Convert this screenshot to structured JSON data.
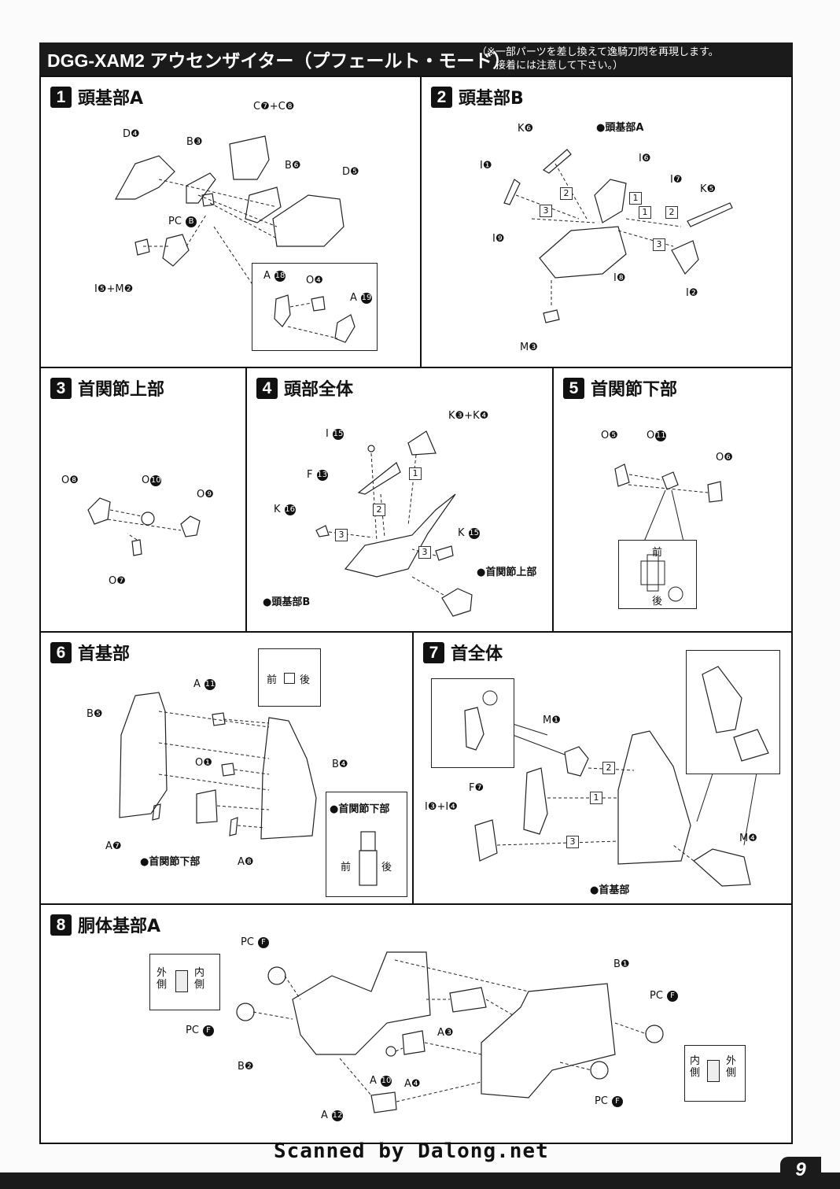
{
  "header": {
    "title": "DGG-XAM2 アウセンザイター（プフェールト・モード）",
    "note_line1": "（※一部パーツを差し換えて逸騎刀閃を再現します。",
    "note_line2": "接着には注意して下さい。）"
  },
  "steps": [
    {
      "num": "1",
      "title": "頭基部A"
    },
    {
      "num": "2",
      "title": "頭基部B"
    },
    {
      "num": "3",
      "title": "首関節上部"
    },
    {
      "num": "4",
      "title": "頭部全体"
    },
    {
      "num": "5",
      "title": "首関節下部"
    },
    {
      "num": "6",
      "title": "首基部"
    },
    {
      "num": "7",
      "title": "首全体"
    },
    {
      "num": "8",
      "title": "胴体基部A"
    }
  ],
  "step1": {
    "labels": {
      "c7c8": "C❼+C❽",
      "d4": "D❹",
      "b3": "B❸",
      "b6": "B❻",
      "d5": "D❺",
      "pcb": "PC",
      "pcb_c": "B",
      "i5m2": "I❺+M❷",
      "a18": "A",
      "a18_c": "18",
      "o4": "O❹",
      "a19": "A",
      "a19_c": "19"
    }
  },
  "step2": {
    "labels": {
      "k6": "K❻",
      "ref": "頭基部A",
      "i1": "I❶",
      "i6": "I❻",
      "i7": "I❼",
      "k5": "K❺",
      "i9": "I❾",
      "i8": "I❽",
      "i2": "I❷",
      "m3": "M❸"
    },
    "boxes": [
      "2",
      "3",
      "1",
      "1",
      "2",
      "3"
    ]
  },
  "step3": {
    "labels": {
      "o8": "O❽",
      "o10": "O",
      "o10_c": "10",
      "o9": "O❾",
      "o7": "O❼"
    }
  },
  "step4": {
    "labels": {
      "k3k4": "K❸+K❹",
      "i15": "I",
      "i15_c": "15",
      "f13": "F",
      "f13_c": "13",
      "k16": "K",
      "k16_c": "16",
      "k15": "K",
      "k15_c": "15",
      "ref1": "首関節上部",
      "ref2": "頭基部B"
    },
    "boxes": [
      "1",
      "2",
      "3",
      "3"
    ]
  },
  "step5": {
    "labels": {
      "o5": "O❺",
      "o11": "O",
      "o11_c": "11",
      "o6": "O❻",
      "front": "前",
      "back": "後"
    }
  },
  "step6": {
    "labels": {
      "a11": "A",
      "a11_c": "11",
      "b5": "B❺",
      "o1": "O❶",
      "b4": "B❹",
      "a7": "A❼",
      "ref": "首関節下部",
      "a8": "A❽",
      "front": "前",
      "back": "後",
      "inset_ref": "首関節下部",
      "inset_front": "前",
      "inset_back": "後"
    }
  },
  "step7": {
    "labels": {
      "m1": "M❶",
      "f7": "F❼",
      "i3i4": "I❸+I❹",
      "m4": "M❹",
      "ref": "首基部"
    },
    "boxes": [
      "2",
      "1",
      "3"
    ]
  },
  "step8": {
    "labels": {
      "pcf1": "PC",
      "pcf2": "PC",
      "pcf3": "PC",
      "pcf4": "PC",
      "pcf_c": "F",
      "b1": "B❶",
      "b2": "B❷",
      "a3": "A❸",
      "a4": "A❹",
      "a10": "A",
      "a10_c": "10",
      "a12": "A",
      "a12_c": "12",
      "outer": "外側",
      "inner": "内側"
    }
  },
  "footer": {
    "scan": "Scanned by Dalong.net",
    "page_number": "9"
  }
}
